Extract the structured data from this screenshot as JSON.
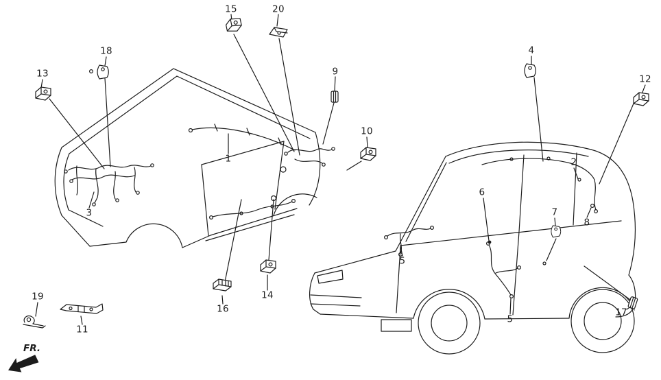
{
  "palette": {
    "ink": "#1c1c1c",
    "paper": "#ffffff"
  },
  "direction": {
    "label": "FR."
  },
  "callouts": {
    "c1": {
      "label": "1"
    },
    "c2": {
      "label": "2"
    },
    "c3": {
      "label": "3"
    },
    "c4": {
      "label": "4"
    },
    "c5a": {
      "label": "5"
    },
    "c5b": {
      "label": "5"
    },
    "c6": {
      "label": "6"
    },
    "c7": {
      "label": "7"
    },
    "c8": {
      "label": "8"
    },
    "c9": {
      "label": "9"
    },
    "c10": {
      "label": "10"
    },
    "c11": {
      "label": "11"
    },
    "c12": {
      "label": "12"
    },
    "c13": {
      "label": "13"
    },
    "c14": {
      "label": "14"
    },
    "c15": {
      "label": "15"
    },
    "c16": {
      "label": "16"
    },
    "c17": {
      "label": "17"
    },
    "c18": {
      "label": "18"
    },
    "c19": {
      "label": "19"
    },
    "c20": {
      "label": "20"
    }
  },
  "icons": {
    "fr_arrow": "solid-arrow-pointing-front-left",
    "part_glyphs": "harness-clips-connectors-brackets"
  }
}
